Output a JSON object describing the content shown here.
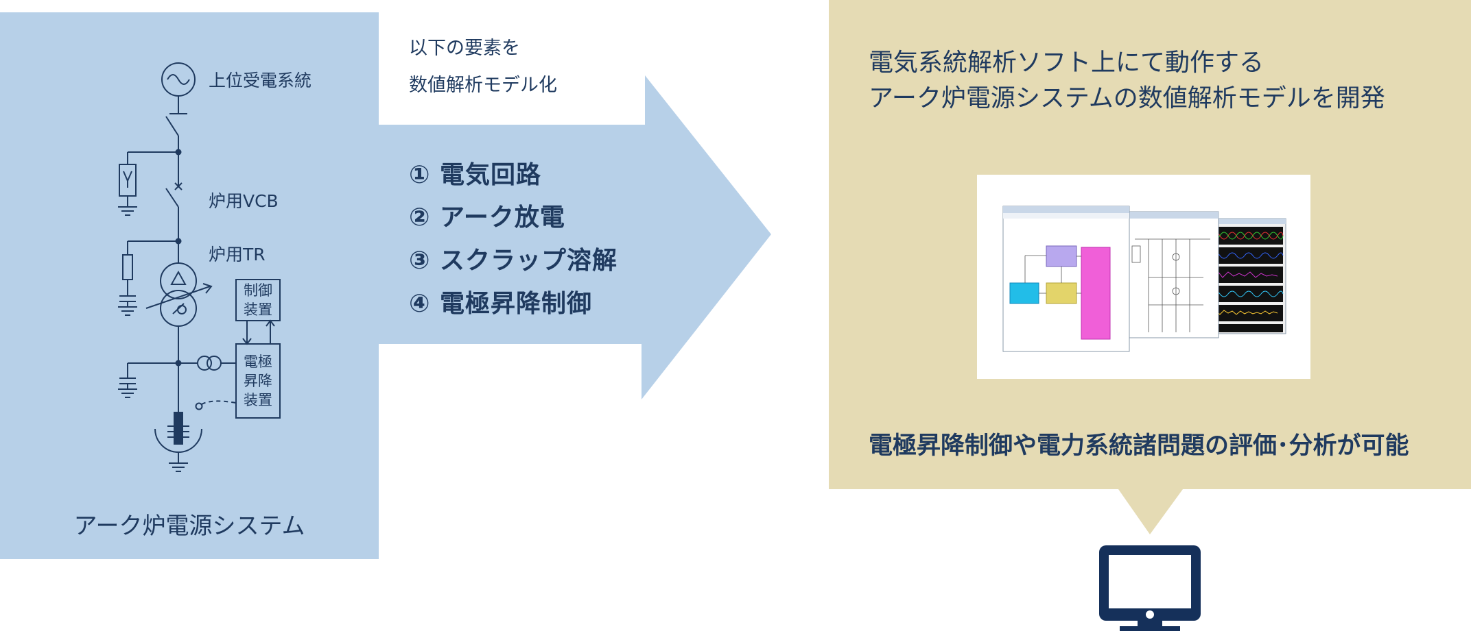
{
  "left": {
    "source_label": "上位受電系統",
    "vcb_label": "炉用VCB",
    "tr_label": "炉用TR",
    "control_box": [
      "制御",
      "装置"
    ],
    "electrode_box": [
      "電極",
      "昇降",
      "装置"
    ],
    "system_label": "アーク炉電源システム"
  },
  "note": {
    "line1": "以下の要素を",
    "line2": "数値解析モデル化"
  },
  "elements": [
    "① 電気回路",
    "② アーク放電",
    "③ スクラップ溶解",
    "④ 電極昇降制御"
  ],
  "right": {
    "headline1": "電気系統解析ソフト上にて動作する",
    "headline2": "アーク炉電源システムの数値解析モデルを開発",
    "conclusion": "電極昇降制御や電力系統諸問題の評価･分析が可能"
  },
  "icons": [
    "ac-source-icon",
    "switch-icon",
    "transformer-icon",
    "ground-icon",
    "electrode-icon",
    "monitor-icon"
  ],
  "colors": {
    "blue_panel": "#b7d0e8",
    "beige_panel": "#e5dbb4",
    "navy": "#1f3a5f",
    "navy_dark": "#15305a"
  }
}
